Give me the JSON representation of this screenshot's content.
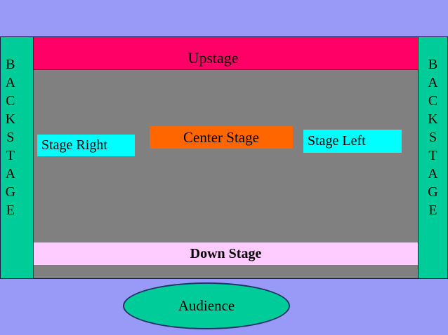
{
  "diagram": {
    "upstage_label": "Upstage",
    "downstage_label": "Down Stage",
    "stage_right_label": "Stage Right",
    "center_stage_label": "Center Stage",
    "stage_left_label": "Stage Left",
    "audience_label": "Audience",
    "backstage_label": "BACKSTAGE"
  },
  "colors": {
    "background_purple": "#9999f8",
    "backstage_green": "#00cc99",
    "upstage_magenta": "#ff0066",
    "stage_floor_gray": "#808080",
    "wing_cyan": "#00ffff",
    "center_stage_orange": "#ff6600",
    "downstage_light_pink": "#ffccff",
    "outline_dark_navy": "#1f3366"
  }
}
